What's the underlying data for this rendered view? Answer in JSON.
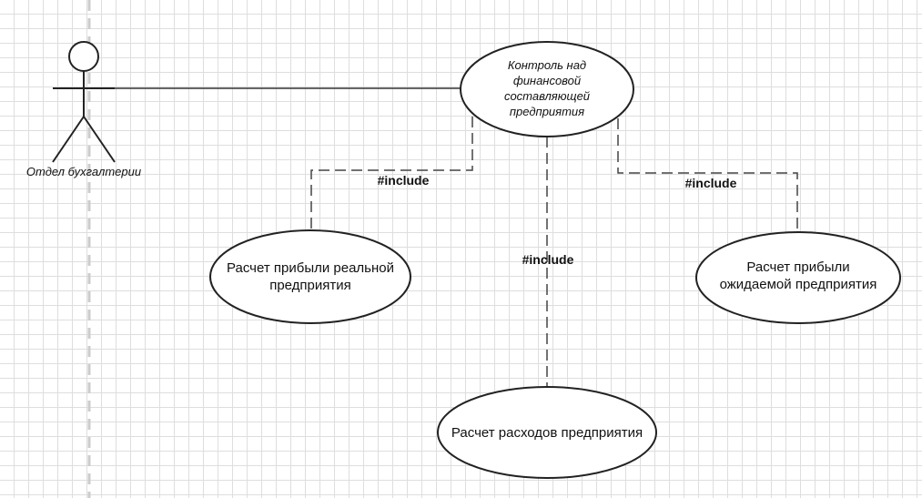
{
  "actor": {
    "name": "Отдел бухгалтерии"
  },
  "main_usecase": {
    "lines": [
      "Контроль над",
      "финансовой",
      "составляющей",
      "предприятия"
    ]
  },
  "usecases": {
    "real_profit": {
      "lines": [
        "Расчет прибыли реальной",
        "предприятия"
      ]
    },
    "expenses": {
      "lines": [
        "Расчет расходов предприятия"
      ]
    },
    "expected_profit": {
      "lines": [
        "Расчет прибыли",
        "ожидаемой предприятия"
      ]
    }
  },
  "relations": {
    "left": "#include",
    "center": "#include",
    "right": "#include"
  }
}
